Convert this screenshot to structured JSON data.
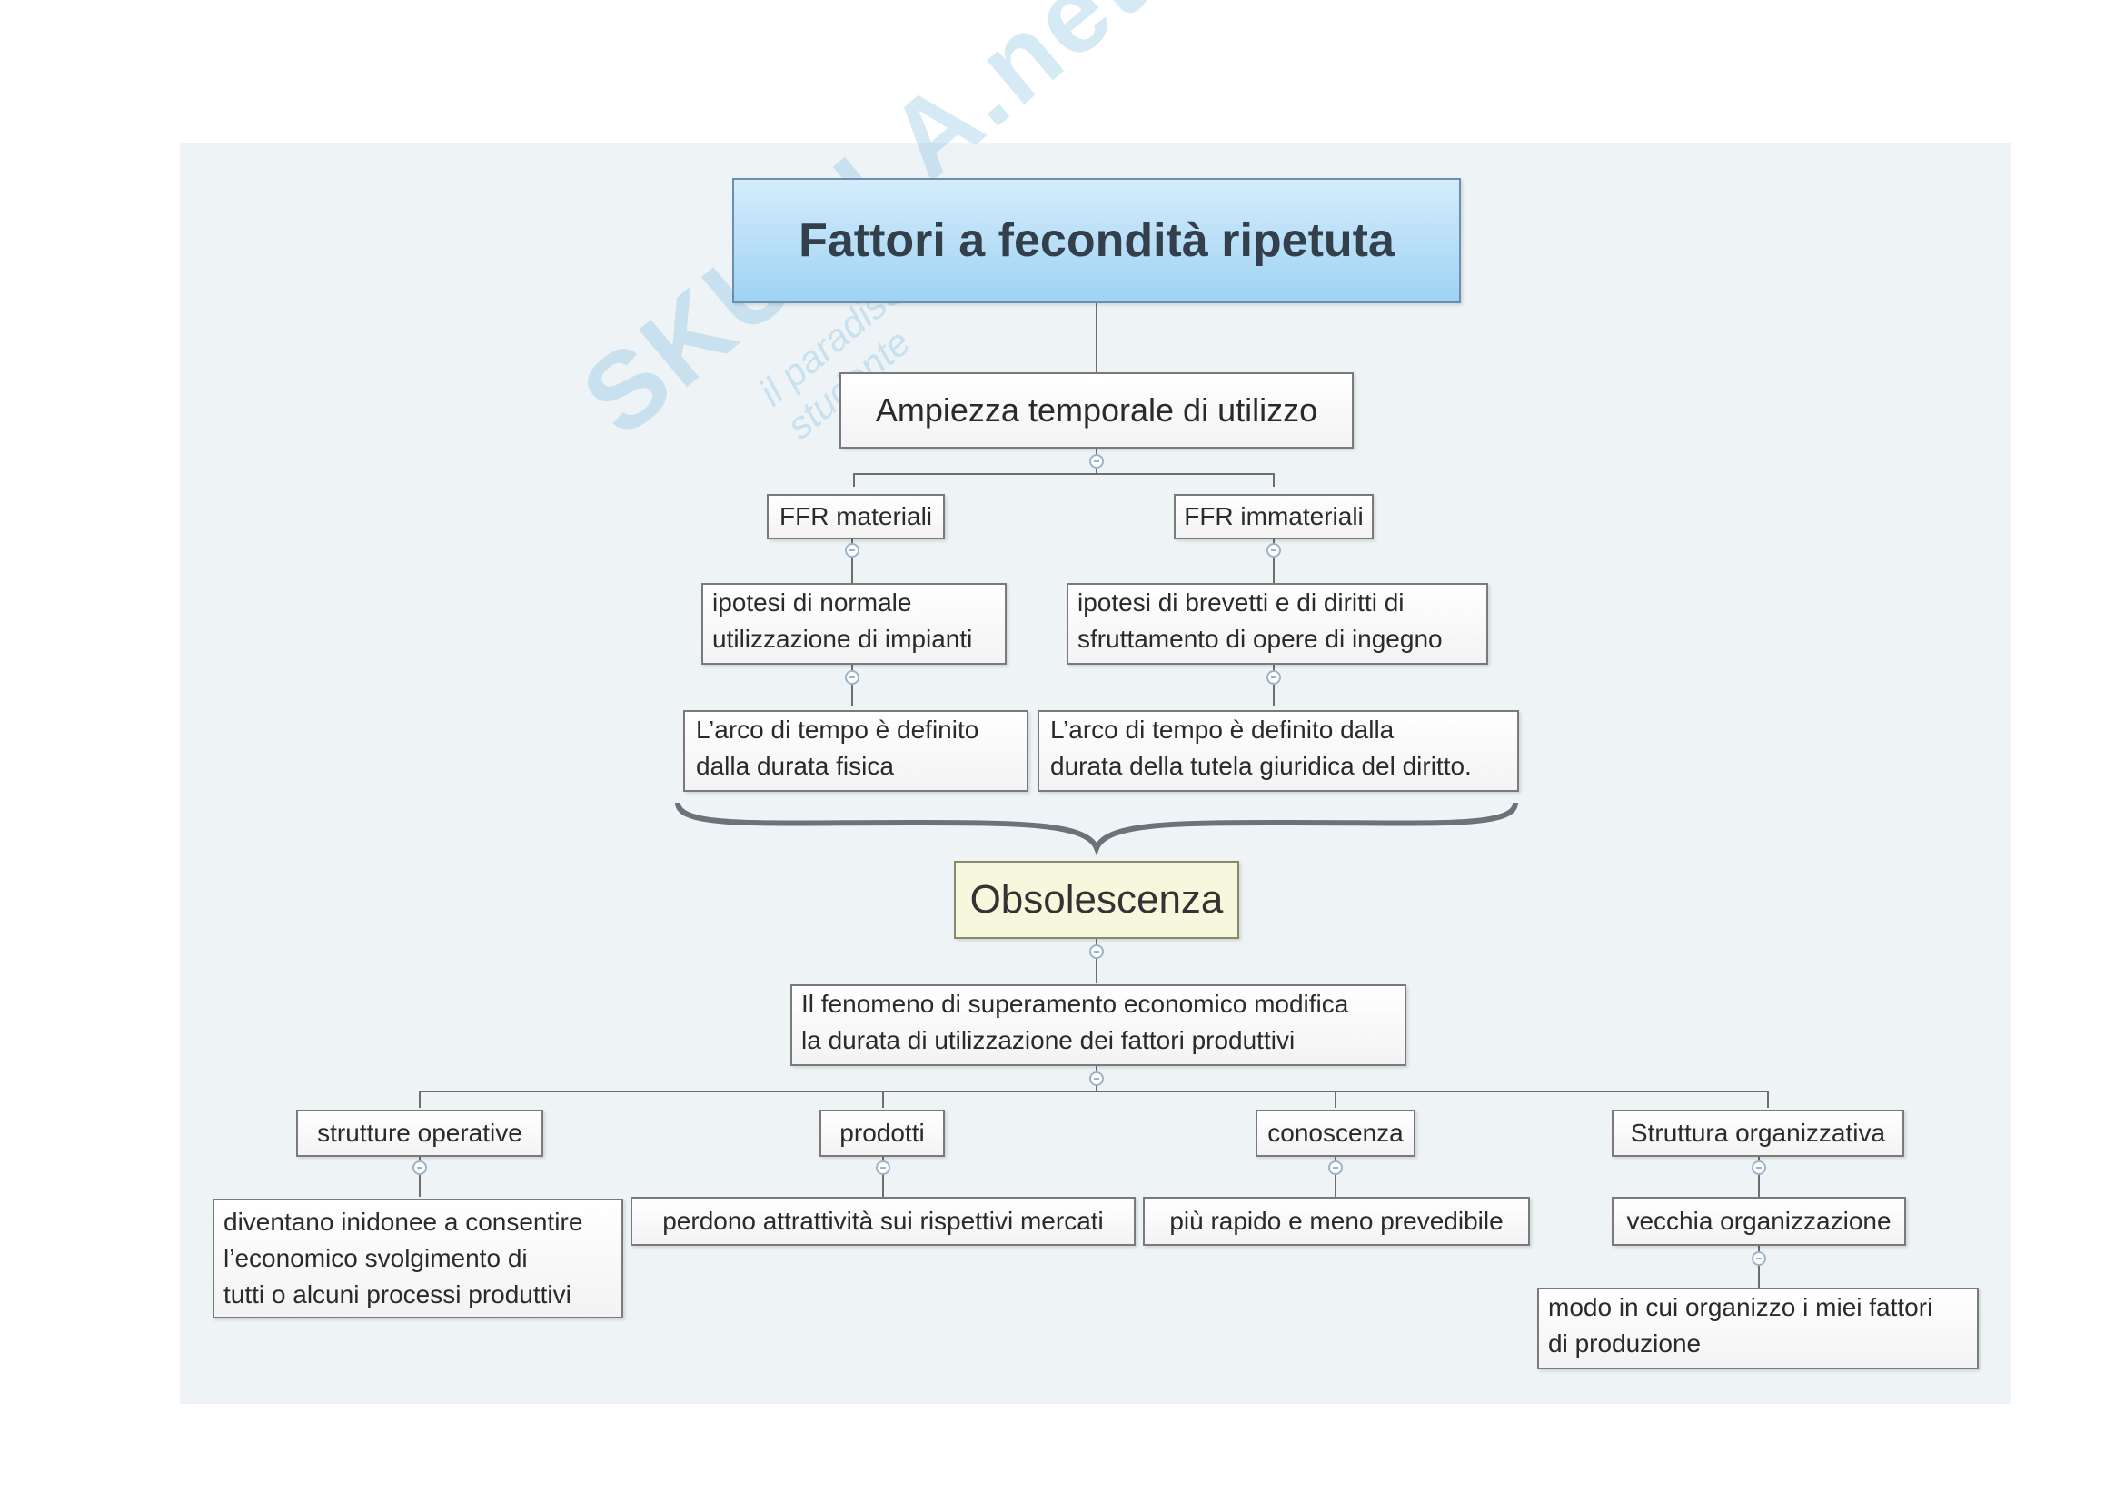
{
  "title": "Fattori a fecondità ripetuta",
  "ampiezza": "Ampiezza temporale di utilizzo",
  "ffr_materiali": {
    "label": "FFR materiali",
    "ipotesi": [
      "ipotesi di normale",
      "utilizzazione di impianti"
    ],
    "arco": [
      "L’arco di tempo è definito",
      "dalla durata fisica"
    ]
  },
  "ffr_immateriali": {
    "label": "FFR immateriali",
    "ipotesi": [
      "ipotesi di brevetti e di diritti di",
      "sfruttamento di opere di ingegno"
    ],
    "arco": [
      "L’arco di tempo è definito dalla",
      "durata della tutela giuridica del diritto."
    ]
  },
  "obsolescenza": "Obsolescenza",
  "fenomeno": [
    "Il fenomeno di superamento economico modifica",
    "la durata di utilizzazione dei fattori produttivi"
  ],
  "branches": {
    "strutture": {
      "label": "strutture operative",
      "detail": [
        "diventano inidonee a consentire",
        "l’economico svolgimento di",
        "tutti o alcuni processi produttivi"
      ]
    },
    "prodotti": {
      "label": "prodotti",
      "detail": "perdono attrattività sui rispettivi mercati"
    },
    "conoscenza": {
      "label": "conoscenza",
      "detail": "più rapido e meno prevedibile"
    },
    "struttura_org": {
      "label": "Struttura organizzativa",
      "sub": "vecchia organizzazione",
      "detail": [
        "modo in cui organizzo i miei fattori",
        "di produzione"
      ]
    }
  },
  "watermark": {
    "brand": "SKUOLA.net",
    "tagline": "il paradiso dello studente"
  },
  "colors": {
    "title_fill": "#9fd3f3",
    "obsolescenza_fill": "#f6f7dd",
    "connector": "#6e6e6e",
    "canvas": "#eef3f6"
  }
}
